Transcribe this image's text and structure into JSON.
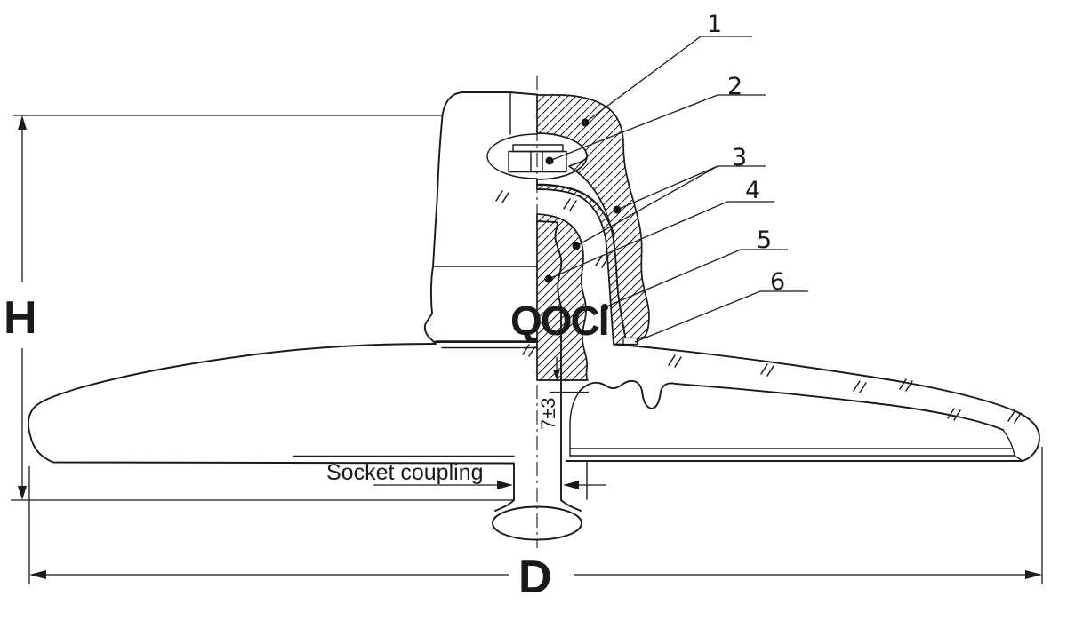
{
  "drawing": {
    "type": "suspension-disc-insulator-cross-section",
    "watermark": "QOCI",
    "callouts": {
      "socket_coupling": "Socket coupling"
    },
    "dimensions": {
      "height_label": "H",
      "diameter_label": "D",
      "pin_gap_label": "7±3"
    },
    "part_numbers": [
      "1",
      "2",
      "3",
      "4",
      "5",
      "6"
    ]
  },
  "colors": {
    "line": "#1a1a1a",
    "background": "#ffffff",
    "text": "#111111"
  }
}
